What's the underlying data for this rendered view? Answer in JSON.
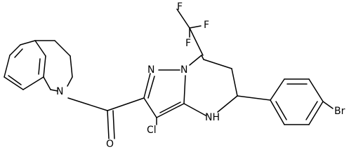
{
  "atoms": {
    "F1": "F",
    "F2": "F",
    "F3": "F",
    "N_isoquinoline": "N",
    "N_pyrazole_1": "N",
    "N_pyrazole_2": "N",
    "NH": "NH",
    "O": "O",
    "Cl": "Cl",
    "Br": "Br"
  }
}
